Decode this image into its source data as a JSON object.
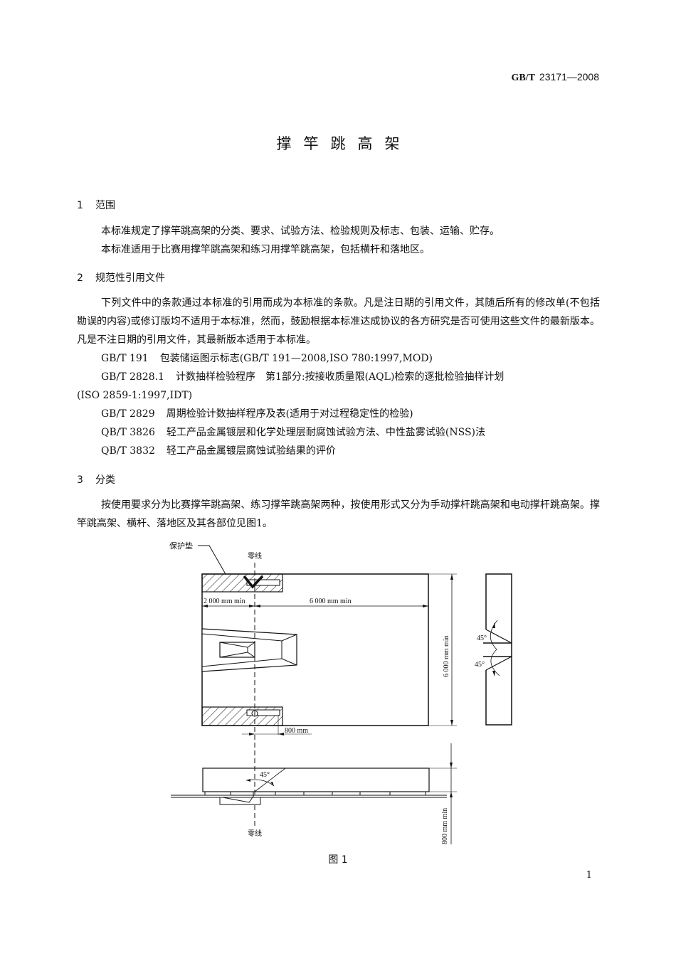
{
  "header": {
    "std_prefix": "GB/T",
    "std_number": "23171—2008"
  },
  "title": "撑竿跳高架",
  "sections": [
    {
      "number": "1",
      "heading": "范围",
      "paragraphs": [
        "本标准规定了撑竿跳高架的分类、要求、试验方法、检验规则及标志、包装、运输、贮存。",
        "本标准适用于比赛用撑竿跳高架和练习用撑竿跳高架，包括横杆和落地区。"
      ]
    },
    {
      "number": "2",
      "heading": "规范性引用文件",
      "paragraphs": [
        "下列文件中的条款通过本标准的引用而成为本标准的条款。凡是注日期的引用文件，其随后所有的修改单(不包括勘误的内容)或修订版均不适用于本标准，然而，鼓励根据本标准达成协议的各方研究是否可使用这些文件的最新版本。凡是不注日期的引用文件，其最新版本适用于本标准。"
      ],
      "references": [
        {
          "code": "GB/T 191",
          "title": "包装储运图示标志(GB/T 191—2008,ISO 780:1997,MOD)"
        },
        {
          "code": "GB/T 2828.1",
          "title": "计数抽样检验程序　第1部分:按接收质量限(AQL)检索的逐批检验抽样计划",
          "continuation": "(ISO 2859-1:1997,IDT)"
        },
        {
          "code": "GB/T 2829",
          "title": "周期检验计数抽样程序及表(适用于对过程稳定性的检验)"
        },
        {
          "code": "QB/T 3826",
          "title": "轻工产品金属镀层和化学处理层耐腐蚀试验方法、中性盐雾试验(NSS)法"
        },
        {
          "code": "QB/T 3832",
          "title": "轻工产品金属镀层腐蚀试验结果的评价"
        }
      ]
    },
    {
      "number": "3",
      "heading": "分类",
      "paragraphs": [
        "按使用要求分为比赛撑竿跳高架、练习撑竿跳高架两种，按使用形式又分为手动撑杆跳高架和电动撑杆跳高架。撑竿跳高架、横杆、落地区及其各部位见图1。"
      ]
    }
  ],
  "figure": {
    "labels": {
      "pad": "保护垫",
      "zero_line_top": "零线",
      "zero_line_bottom": "零线",
      "dim_2000": "2 000 mm min",
      "dim_6000_h": "6 000 mm min",
      "dim_6000_v": "6 000 mm min",
      "dim_800_h": "800 mm",
      "dim_800_v": "800 mm min",
      "angle_1": "45°",
      "angle_2": "45°",
      "angle_3": "45°"
    },
    "caption": "图 1"
  },
  "page_number": "1"
}
